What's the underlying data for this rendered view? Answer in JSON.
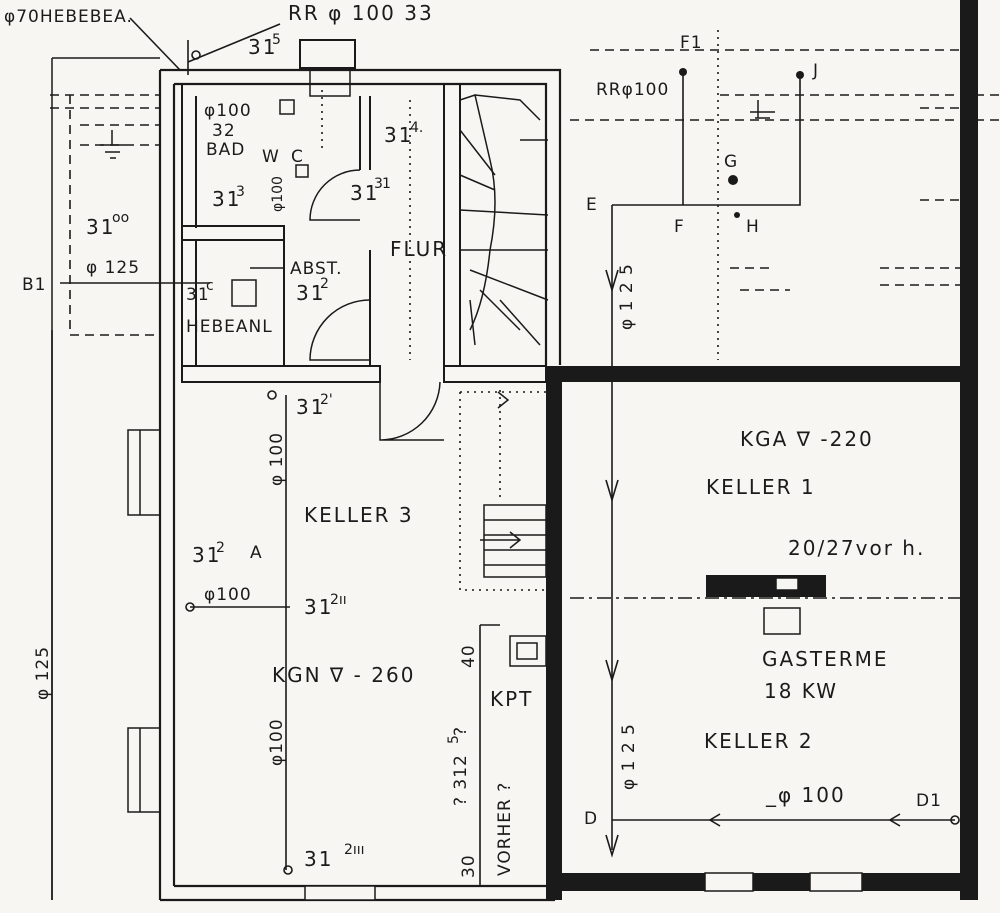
{
  "labels": {
    "hebe_top": "φ70HEBEBEA.",
    "rr_top": "RR φ 100 33",
    "p315": "31",
    "p315_sup": "5",
    "f1": "F1",
    "j": "J",
    "rr100": "RRφ100",
    "phi100_bad": "φ100",
    "p32": "32",
    "bad": "BAD",
    "wc_w": "W",
    "wc_c": "C",
    "p314": "31",
    "p314_sup": "4.",
    "p313a": "31",
    "p313a_sup": "3",
    "p313b": "31",
    "p313b_sup": "3",
    "p313b_sub": "1",
    "phi100_vert_bad": "φ100",
    "g": "G",
    "e": "E",
    "f": "F",
    "h": "H",
    "flur": "FLUR",
    "p3100": "31",
    "p3100_sup": "oo",
    "phi125_left": "φ 125",
    "b1": "B1",
    "abst": "ABST.",
    "p31c": "31",
    "p31c_sup": "c",
    "p312": "31",
    "p312_sup": "2",
    "hebeanl": "HEBEANL",
    "phi125_mid": "φ 1 2 5",
    "p3121": "31",
    "p3121_sup": "2'",
    "kga": "KGA ∇ -220",
    "keller1": "KELLER 1",
    "phi100_k3a": "φ 100",
    "keller3": "KELLER 3",
    "wall_note": "20/27vor h.",
    "p312a": "31",
    "p312a_sup": "2",
    "p312a_suffix": "A",
    "phi100_k3b": "φ100",
    "p312ii": "31",
    "p312ii_sup": "2ıı",
    "kgn": "KGN ∇ - 260",
    "gasterme": "GASTERME",
    "kw": "18 KW",
    "dim40": "40",
    "kpt": "KPT",
    "phi125_far_left": "φ 125",
    "phi100_k3c": "φ100",
    "p3125": "? 312",
    "p3125_sup": "5",
    "p3125_suffix": "?",
    "vorher": "VORHER ?",
    "dim30": "30",
    "phi125_k2": "φ 1 2 5",
    "keller2": "KELLER 2",
    "phi100_bottom": "_φ 100",
    "d1": "D1",
    "d": "D",
    "p312iii": "31",
    "p312iii_sup": "2ııı"
  }
}
